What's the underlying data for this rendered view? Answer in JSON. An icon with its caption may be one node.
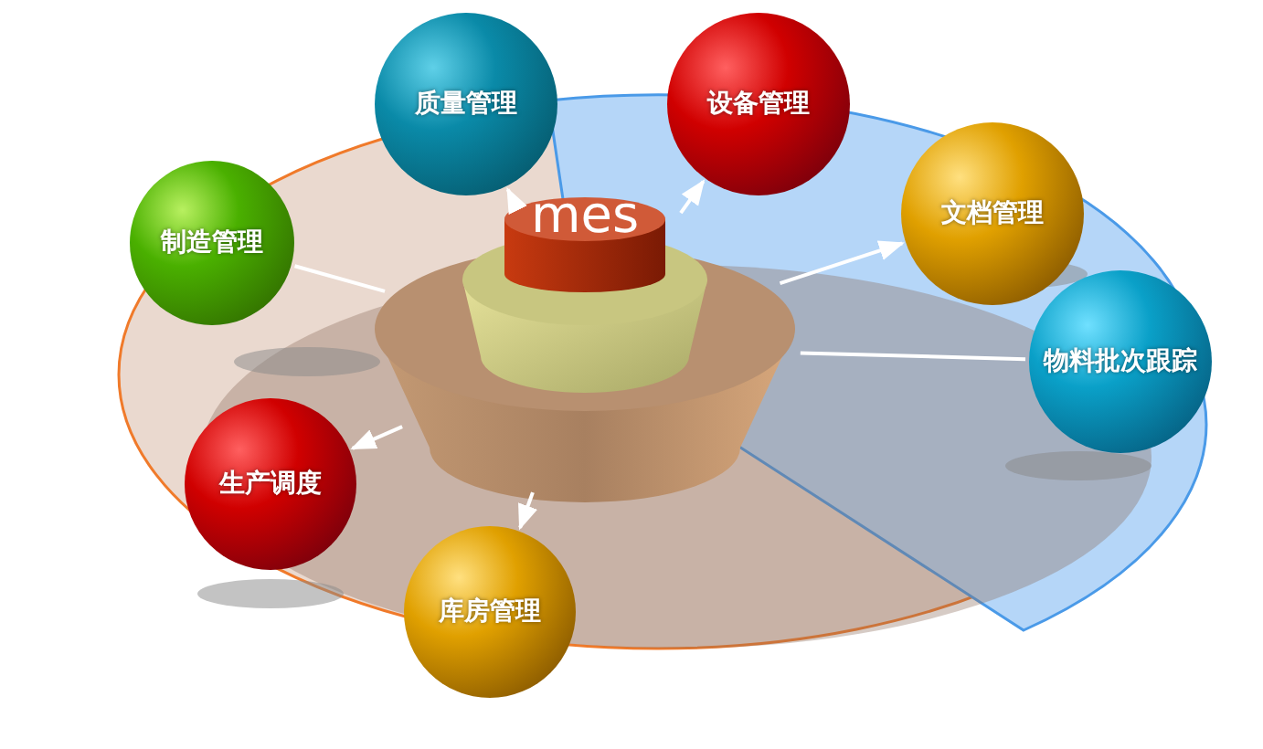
{
  "diagram": {
    "nodes": [
      {
        "text": [
          "mes"
        ]
      },
      {
        "text": [
          "质量管理"
        ]
      },
      {
        "text": [
          "设备管理"
        ]
      },
      {
        "text": [
          "制造管理"
        ]
      },
      {
        "text": [
          "文档管理"
        ]
      },
      {
        "text": [
          "物料批次跟踪"
        ]
      },
      {
        "text": [
          "生产调度"
        ]
      },
      {
        "text": [
          "库房管理"
        ]
      }
    ],
    "edges": [
      {
        "from": 0,
        "to": 1,
        "arrow": "to"
      },
      {
        "from": 0,
        "to": 2,
        "arrow": "to"
      },
      {
        "from": 0,
        "to": 3,
        "arrow": "none"
      },
      {
        "from": 0,
        "to": 4,
        "arrow": "to"
      },
      {
        "from": 0,
        "to": 5,
        "arrow": "none"
      },
      {
        "from": 0,
        "to": 6,
        "arrow": "to"
      },
      {
        "from": 0,
        "to": 7,
        "arrow": "to"
      }
    ]
  }
}
